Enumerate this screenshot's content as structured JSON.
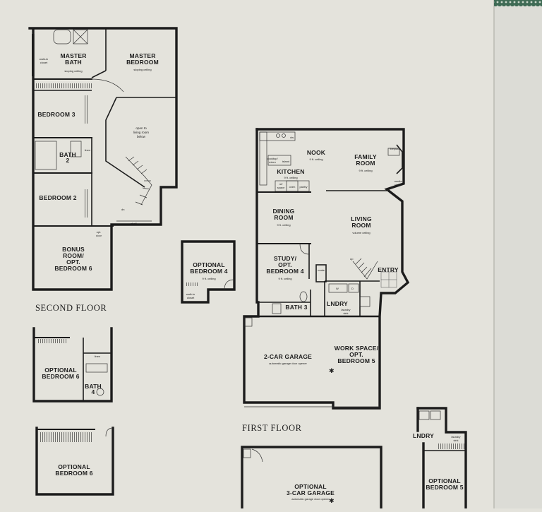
{
  "colors": {
    "paper": "#e4e3dc",
    "ink": "#1c1c1c",
    "accent_border": "#3f6b55"
  },
  "floor_labels": {
    "second": "SECOND FLOOR",
    "first": "FIRST FLOOR"
  },
  "second_floor": {
    "master_bath": [
      "MASTER",
      "BATH"
    ],
    "master_bath_note": "sloping ceiling",
    "walk_in_closet": [
      "walk-in",
      "closet"
    ],
    "master_bedroom": [
      "MASTER",
      "BEDROOM"
    ],
    "master_bedroom_note": "sloping ceiling",
    "bedroom3": "BEDROOM 3",
    "bath2": [
      "BATH",
      "2"
    ],
    "linen": "linen",
    "open_note": [
      "open to",
      "living room",
      "below"
    ],
    "bedroom2": "BEDROOM 2",
    "dn": "dn",
    "shelf": "shelf",
    "opt_door": [
      "opt.",
      "door"
    ],
    "bonus": [
      "BONUS",
      "ROOM/",
      "OPT.",
      "BEDROOM 6"
    ]
  },
  "optional_bedroom4": {
    "label": [
      "OPTIONAL",
      "BEDROOM 4"
    ],
    "ceiling": "9 ft. ceiling",
    "closet": [
      "walk-in",
      "closet"
    ]
  },
  "optional_bedroom6_bath": {
    "label": [
      "OPTIONAL",
      "BEDROOM 6"
    ],
    "linen": "linen",
    "bath": [
      "BATH",
      "4"
    ]
  },
  "optional_bedroom6_alt": {
    "label": [
      "OPTIONAL",
      "BEDROOM 6"
    ]
  },
  "first_floor": {
    "nook": "NOOK",
    "nook_ceiling": "9 ft. ceiling",
    "family_room": [
      "FAMILY",
      "ROOM"
    ],
    "family_ceiling": "9 ft. ceiling",
    "dw": "dw",
    "cooktop": [
      "cooktop/",
      "micro"
    ],
    "island": "island",
    "kitchen": "KITCHEN",
    "kitchen_ceiling": "9 ft. ceiling",
    "ref_space": [
      "ref",
      "space"
    ],
    "oven": "oven",
    "pantry": "pantry",
    "fireplace": "fireplace",
    "media_niche": [
      "media",
      "niche"
    ],
    "dining": [
      "DINING",
      "ROOM"
    ],
    "dining_ceiling": "9 ft. ceiling",
    "living": [
      "LIVING",
      "ROOM"
    ],
    "living_ceiling": "volume ceiling",
    "study": [
      "STUDY/",
      "OPT.",
      "BEDROOM 4"
    ],
    "study_ceiling": "9 ft. ceiling",
    "coats": "coats",
    "up": "up",
    "entry": "ENTRY",
    "bath3": "BATH 3",
    "lndry": "LNDRY",
    "laundry_sink": [
      "laundry",
      "sink"
    ],
    "w": "W",
    "d": "D",
    "garage": "2-CAR GARAGE",
    "garage_note": "automatic garage door opener",
    "workspace": [
      "WORK SPACE/",
      "OPT.",
      "BEDROOM 5"
    ]
  },
  "optional_3car_garage": {
    "label": [
      "OPTIONAL",
      "3-CAR GARAGE"
    ],
    "note": "automatic garage door opener"
  },
  "optional_bedroom5": {
    "lndry": "LNDRY",
    "label": [
      "OPTIONAL",
      "BEDROOM 5"
    ],
    "laundry_sink": [
      "laundry",
      "sink"
    ]
  }
}
